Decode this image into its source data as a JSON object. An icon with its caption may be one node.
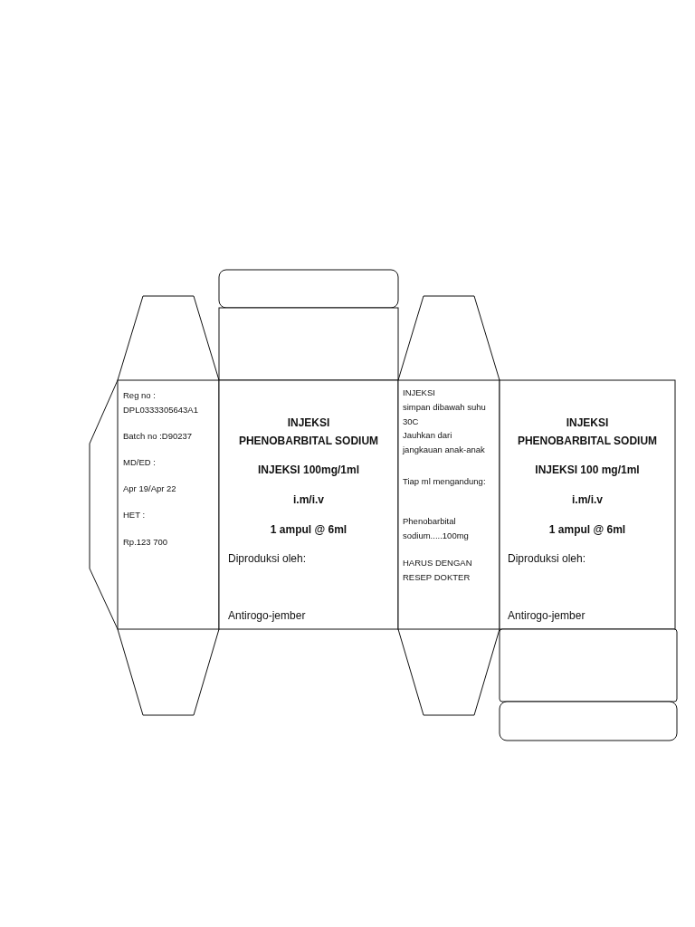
{
  "diagram": {
    "nodes": [
      {
        "text": [],
        "shape": "box"
      },
      {
        "text": [],
        "shape": "box"
      },
      {
        "text": [],
        "shape": "trapezoid"
      },
      {
        "text": [],
        "shape": "trapezoid"
      },
      {
        "text": [],
        "shape": "trapezoid"
      },
      {
        "text": [
          "Reg no : DPL0333305643A1",
          "Batch no :D90237",
          "MD/ED :",
          "Apr 19/Apr 22",
          "HET :",
          "Rp.123 700"
        ]
      },
      {
        "text": [
          "INJEKSI",
          "PHENOBARBITAL SODIUM",
          "INJEKSI 100mg/1ml",
          "i.m/i.v",
          "1 ampul @ 6ml",
          "Diproduksi oleh:",
          "Antirogo-jember"
        ]
      },
      {
        "text": [
          "INJEKSI",
          "simpan dibawah suhu 30C",
          "Jauhkan dari jangkauan anak-anak",
          "Tiap ml mengandung:",
          "Phenobarbital sodium.....100mg",
          "HARUS DENGAN RESEP DOKTER"
        ]
      },
      {
        "text": [
          "INJEKSI",
          "PHENOBARBITAL SODIUM",
          "INJEKSI 100 mg/1ml",
          "i.m/i.v",
          "1 ampul @ 6ml",
          "Diproduksi oleh:",
          "Antirogo-jember"
        ]
      },
      {
        "text": [],
        "shape": "trapezoid"
      },
      {
        "text": [],
        "shape": "trapezoid"
      },
      {
        "text": [],
        "shape": "box"
      },
      {
        "text": [],
        "shape": "box"
      }
    ]
  }
}
